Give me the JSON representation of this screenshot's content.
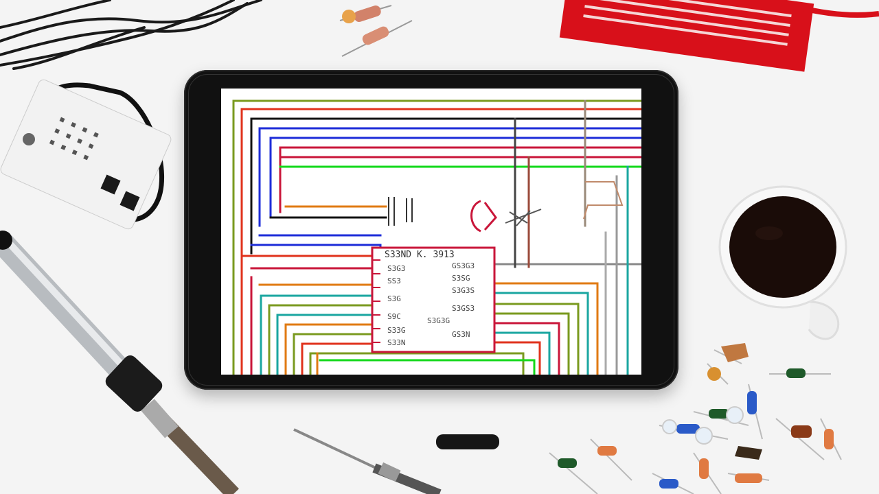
{
  "scene": {
    "description_free": true,
    "objects": [
      "cable-bundle",
      "resistor",
      "buzzer-module",
      "led-strip",
      "tablet",
      "coffee-cup",
      "soldering-iron",
      "screwdriver",
      "usb-stick",
      "resistor-pile"
    ]
  },
  "tablet": {
    "screen": {
      "chip_label": "S33ND K. 3913",
      "left_pins": [
        "S3G3",
        "SS3",
        "S3G",
        "S9C",
        "S33G",
        "S33N"
      ],
      "right_pins": [
        "GS3G3",
        "S3SG",
        "S3G3S",
        "S3GS3",
        "S3G3G",
        "GS3N"
      ],
      "wire_colors": [
        "#7a9a1f",
        "#e0321c",
        "#111111",
        "#1d2cd8",
        "#c9163a",
        "#12d81a",
        "#e07a12",
        "#1aa6a0",
        "#888888"
      ]
    }
  }
}
